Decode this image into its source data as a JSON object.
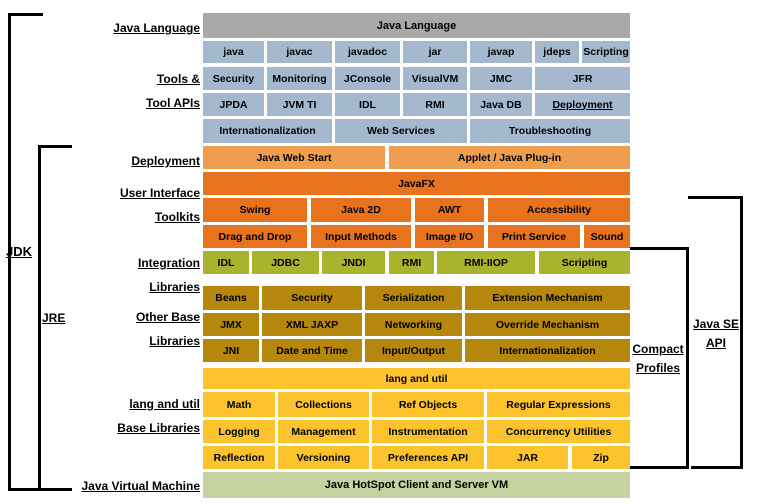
{
  "colors": {
    "header_gray": "#a9a9a9",
    "tools_blue": "#a4b8ce",
    "deployment_orange": "#ef9e4f",
    "ui_orange": "#e7731e",
    "integration_olive": "#a9b32d",
    "base_gold": "#b5870d",
    "langutil_yellow": "#fcc32d",
    "jvm_green": "#c4d3a0"
  },
  "left_labels": {
    "java_language": "Java Language",
    "tools_line1": "Tools &",
    "tools_line2": "Tool APIs",
    "deployment": "Deployment",
    "ui_line1": "User Interface",
    "ui_line2": "Toolkits",
    "integration_line1": "Integration",
    "integration_line2": "Libraries",
    "other_line1": "Other Base",
    "other_line2": "Libraries",
    "langutil_line1": "lang and util",
    "langutil_line2": "Base Libraries",
    "jvm": "Java Virtual Machine"
  },
  "side_labels": {
    "jdk": "JDK",
    "jre": "JRE",
    "compact_line1": "Compact",
    "compact_line2": "Profiles",
    "api_line1": "Java SE",
    "api_line2": "API"
  },
  "grid": {
    "header": "Java Language",
    "row_tools1": [
      "java",
      "javac",
      "javadoc",
      "jar",
      "javap",
      "jdeps",
      "Scripting"
    ],
    "row_tools2": [
      "Security",
      "Monitoring",
      "JConsole",
      "VisualVM",
      "JMC",
      "JFR"
    ],
    "row_tools3": [
      "JPDA",
      "JVM TI",
      "IDL",
      "RMI",
      "Java DB",
      "Deployment"
    ],
    "row_tools4": [
      "Internationalization",
      "Web Services",
      "Troubleshooting"
    ],
    "row_deployment": [
      "Java Web Start",
      "Applet / Java Plug-in"
    ],
    "row_javafx": "JavaFX",
    "row_ui1": [
      "Swing",
      "Java 2D",
      "AWT",
      "Accessibility"
    ],
    "row_ui2": [
      "Drag and Drop",
      "Input Methods",
      "Image I/O",
      "Print Service",
      "Sound"
    ],
    "row_integration": [
      "IDL",
      "JDBC",
      "JNDI",
      "RMI",
      "RMI-IIOP",
      "Scripting"
    ],
    "row_base1": [
      "Beans",
      "Security",
      "Serialization",
      "Extension Mechanism"
    ],
    "row_base2": [
      "JMX",
      "XML JAXP",
      "Networking",
      "Override Mechanism"
    ],
    "row_base3": [
      "JNI",
      "Date and Time",
      "Input/Output",
      "Internationalization"
    ],
    "row_langutil_header": "lang and util",
    "row_langutil1": [
      "Math",
      "Collections",
      "Ref Objects",
      "Regular Expressions"
    ],
    "row_langutil2": [
      "Logging",
      "Management",
      "Instrumentation",
      "Concurrency Utilities"
    ],
    "row_langutil3": [
      "Reflection",
      "Versioning",
      "Preferences API",
      "JAR",
      "Zip"
    ],
    "row_jvm": "Java HotSpot Client and Server VM"
  }
}
